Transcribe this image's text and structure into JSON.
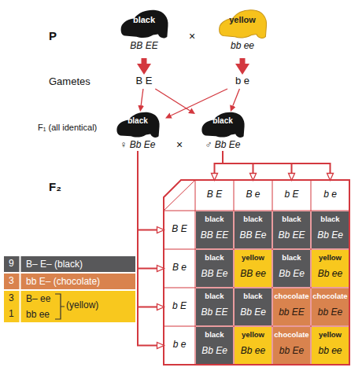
{
  "diagram": {
    "nodes": [
      {
        "text": [
          "black",
          "BB EE"
        ]
      },
      {
        "text": [
          "yellow",
          "bb ee"
        ]
      },
      {
        "text": [
          "B E"
        ]
      },
      {
        "text": [
          "b e"
        ]
      },
      {
        "text": [
          "black",
          "♀ Bb Ee"
        ]
      },
      {
        "text": [
          "black",
          "♂ Bb Ee"
        ]
      },
      {
        "text": [
          "B E"
        ]
      },
      {
        "text": [
          "B e"
        ]
      },
      {
        "text": [
          "b E"
        ]
      },
      {
        "text": [
          "b e"
        ]
      },
      {
        "text": [
          "B E"
        ]
      },
      {
        "text": [
          "black",
          "BB EE"
        ]
      },
      {
        "text": [
          "black",
          "BB Ee"
        ]
      },
      {
        "text": [
          "black",
          "Bb EE"
        ]
      },
      {
        "text": [
          "black",
          "Bb Ee"
        ]
      },
      {
        "text": [
          "B e"
        ]
      },
      {
        "text": [
          "black",
          "BB Ee"
        ]
      },
      {
        "text": [
          "yellow",
          "BB ee"
        ]
      },
      {
        "text": [
          "black",
          "Bb Ee"
        ]
      },
      {
        "text": [
          "yellow",
          "Bb ee"
        ]
      },
      {
        "text": [
          "b E"
        ]
      },
      {
        "text": [
          "black",
          "Bb EE"
        ]
      },
      {
        "text": [
          "black",
          "Bb Ee"
        ]
      },
      {
        "text": [
          "chocolate",
          "bb EE"
        ]
      },
      {
        "text": [
          "chocolate",
          "bb Ee"
        ]
      },
      {
        "text": [
          "b e"
        ]
      },
      {
        "text": [
          "black",
          "Bb Ee"
        ]
      },
      {
        "text": [
          "yellow",
          "Bb ee"
        ]
      },
      {
        "text": [
          "chocolate",
          "bb Ee"
        ]
      },
      {
        "text": [
          "yellow",
          "bb ee"
        ]
      }
    ],
    "edges": [
      {
        "from": 0,
        "to": 2,
        "arrow": "to"
      },
      {
        "from": 1,
        "to": 3,
        "arrow": "to"
      },
      {
        "from": 2,
        "to": 4,
        "arrow": "to"
      },
      {
        "from": 2,
        "to": 5,
        "arrow": "to"
      },
      {
        "from": 3,
        "to": 4,
        "arrow": "to"
      },
      {
        "from": 3,
        "to": 5,
        "arrow": "to"
      },
      {
        "from": 5,
        "to": 6,
        "arrow": "to"
      },
      {
        "from": 5,
        "to": 7,
        "arrow": "to"
      },
      {
        "from": 5,
        "to": 8,
        "arrow": "to"
      },
      {
        "from": 5,
        "to": 9,
        "arrow": "to"
      },
      {
        "from": 4,
        "to": 10,
        "arrow": "to"
      },
      {
        "from": 4,
        "to": 15,
        "arrow": "to"
      },
      {
        "from": 4,
        "to": 20,
        "arrow": "to"
      },
      {
        "from": 4,
        "to": 25,
        "arrow": "to"
      }
    ],
    "labels": [
      "P",
      "×",
      "Gametes",
      "F₁ (all identical)",
      "×",
      "F₂",
      "9",
      "3",
      "3",
      "1",
      "(yellow)"
    ],
    "legend": [
      {
        "text": "B– E– (black)",
        "color": "#58585a"
      },
      {
        "text": "bb E– (chocolate)",
        "color": "#d9834e"
      },
      {
        "text": "B– ee",
        "color": "#f8c81e"
      },
      {
        "text": "bb ee",
        "color": "#f8c81e"
      }
    ]
  }
}
